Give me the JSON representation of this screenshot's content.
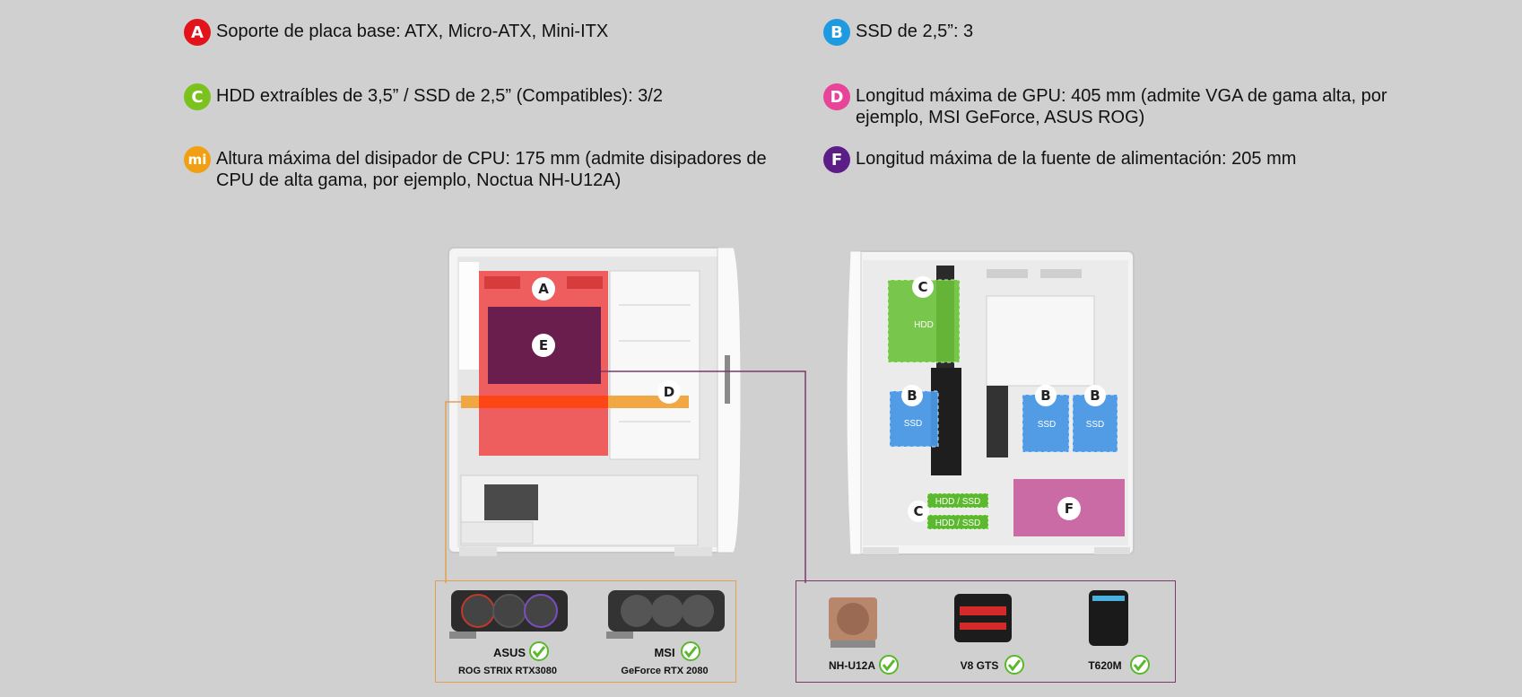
{
  "specs": [
    {
      "letter": "A",
      "color": "#e3131b",
      "text": "Soporte de placa base: ATX, Micro-ATX, Mini-ITX"
    },
    {
      "letter": "B",
      "color": "#1e9be0",
      "text": "SSD de 2,5”: 3"
    },
    {
      "letter": "C",
      "color": "#7cc21e",
      "text": "HDD extraíbles de 3,5” / SSD de 2,5” (Compatibles): 3/2"
    },
    {
      "letter": "D",
      "color": "#e8449a",
      "text": "Longitud máxima de GPU: 405 mm (admite VGA de gama alta, por ejemplo, MSI GeForce, ASUS ROG)"
    },
    {
      "letter": "mi",
      "color": "#f0a012",
      "text": "Altura máxima del disipador de CPU: 175 mm (admite disipadores de CPU de alta gama, por ejemplo, Noctua NH-U12A)"
    },
    {
      "letter": "F",
      "color": "#5c1e86",
      "text": "Longitud máxima de la fuente de alimentación: 205 mm"
    }
  ],
  "diagram_labels": {
    "a": "A",
    "e": "E",
    "d": "D",
    "c": "C",
    "b": "B",
    "f": "F",
    "hdd": "HDD",
    "ssd": "SSD",
    "hdd_ssd": "HDD / SSD"
  },
  "gpus": [
    {
      "brand": "ASUS",
      "model": "ROG STRIX RTX3080"
    },
    {
      "brand": "MSI",
      "model": "GeForce RTX 2080"
    }
  ],
  "coolers": [
    {
      "name": "NH-U12A"
    },
    {
      "name": "V8 GTS"
    },
    {
      "name": "T620M"
    }
  ],
  "colors": {
    "gpu_box": "#e0a050",
    "cooler_box": "#7a3a6a",
    "check": "#5ab82c"
  }
}
